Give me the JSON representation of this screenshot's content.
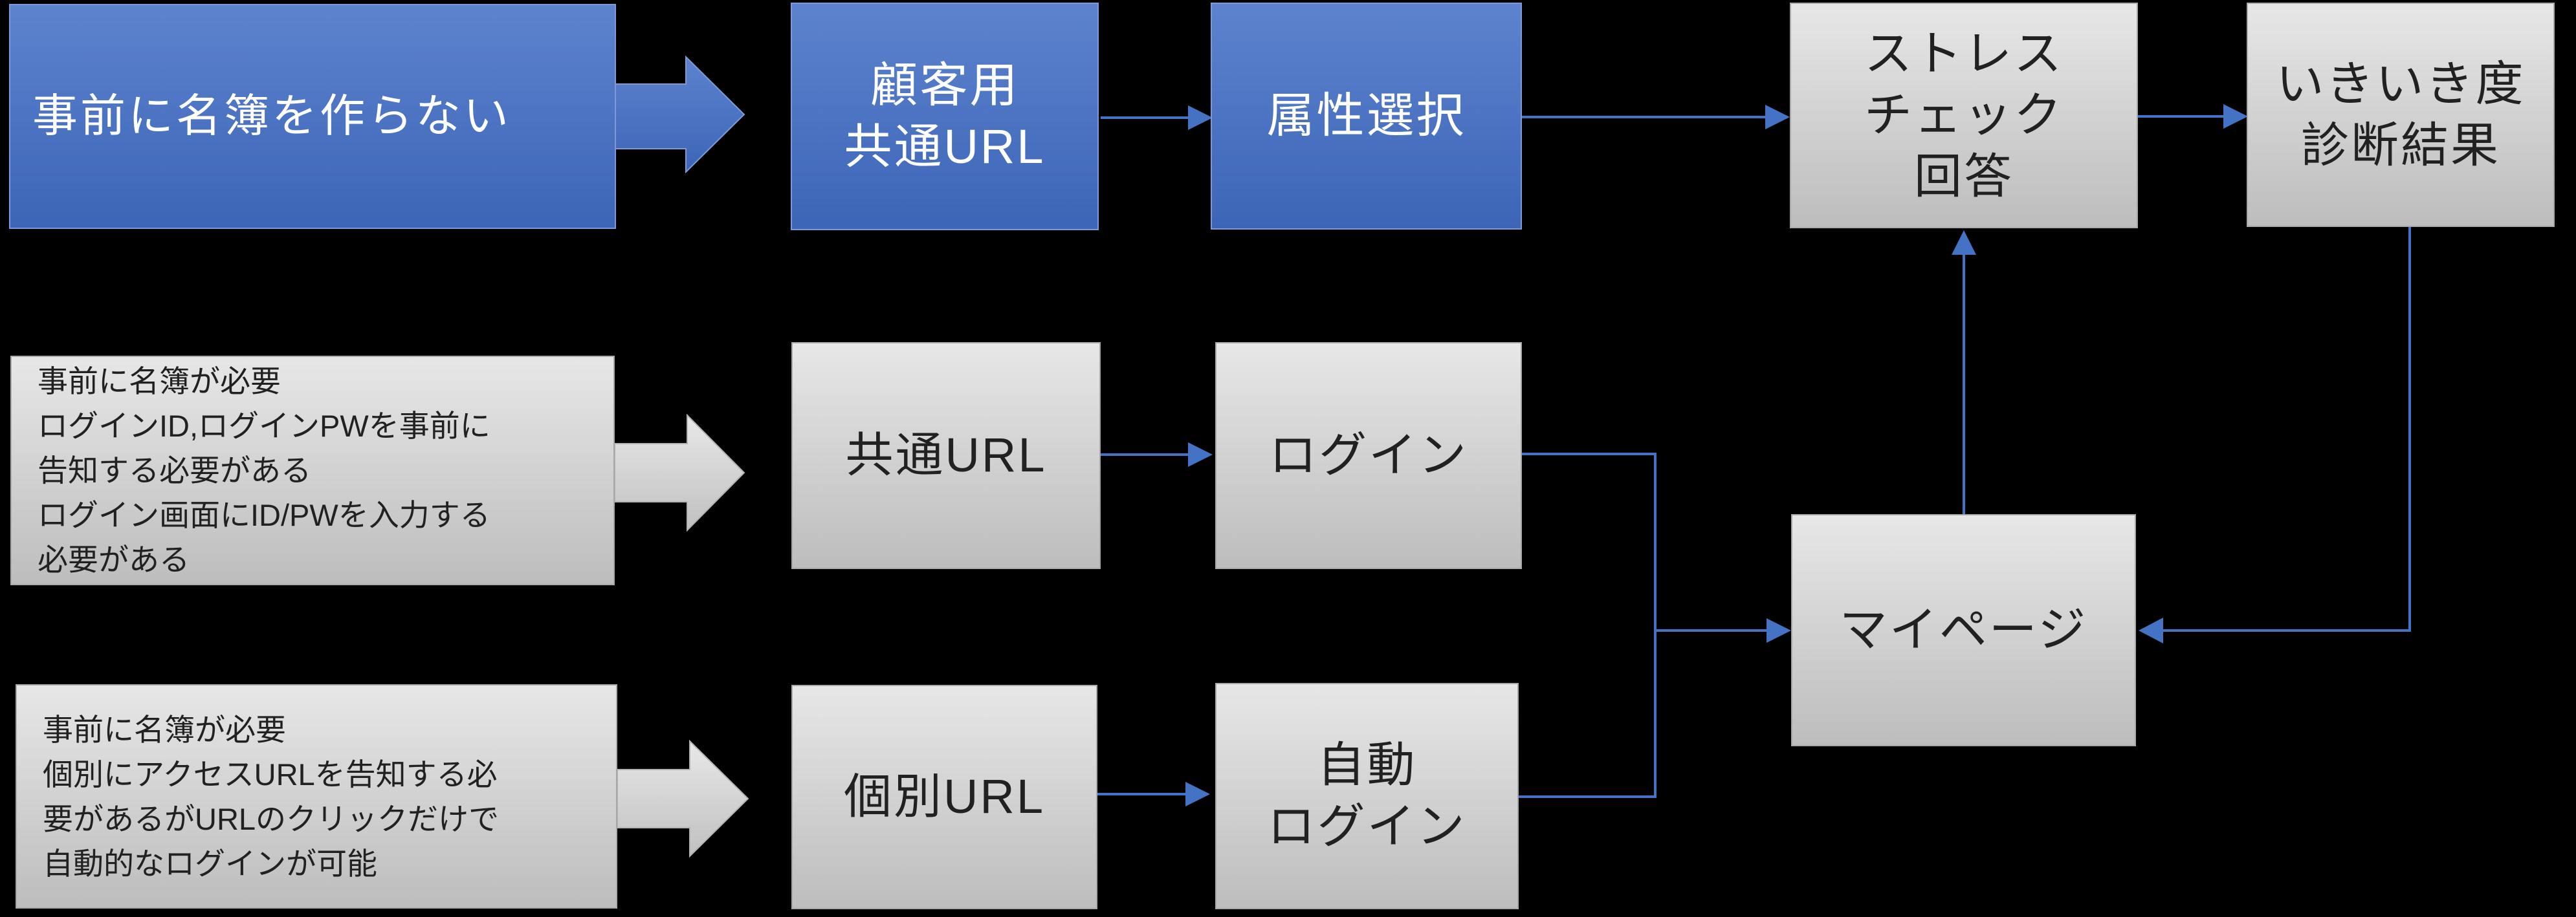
{
  "background": "#000000",
  "colors": {
    "accent_blue": "#4472C4",
    "blue_box_top": "#5d83ce",
    "blue_box_bottom": "#3d65b7",
    "blue_box_border": "#7e99d6",
    "gray_box_top": "#e7e7e7",
    "gray_box_bottom": "#bdbdbd",
    "gray_box_border": "#a8a8a8",
    "text_on_blue": "#ffffff",
    "text_on_gray": "#212121"
  },
  "nodes": {
    "no_roster": {
      "label": "事前に名簿を作らない"
    },
    "customer_url": {
      "line1": "顧客用",
      "line2": "共通URL"
    },
    "attribute_select": {
      "label": "属性選択"
    },
    "stress_check": {
      "line1": "ストレス",
      "line2": "チェック",
      "line3": "回答"
    },
    "ikiiki_result": {
      "line1": "いきいき度",
      "line2": "診断結果"
    },
    "roster_needed_login": {
      "line1": "事前に名簿が必要",
      "line2": "ログインID,ログインPWを事前に",
      "line3": "告知する必要がある",
      "line4": "ログイン画面にID/PWを入力する",
      "line5": "必要がある"
    },
    "common_url": {
      "label": "共通URL"
    },
    "login": {
      "label": "ログイン"
    },
    "roster_needed_individual": {
      "line1": "事前に名簿が必要",
      "line2": "個別にアクセスURLを告知する必",
      "line3": "要があるがURLのクリックだけで",
      "line4": "自動的なログインが可能"
    },
    "individual_url": {
      "label": "個別URL"
    },
    "auto_login": {
      "line1": "自動",
      "line2": "ログイン"
    },
    "my_page": {
      "label": "マイページ"
    }
  },
  "edges": [
    {
      "from": "no_roster",
      "to": "customer_url",
      "style": "block-arrow-blue"
    },
    {
      "from": "customer_url",
      "to": "attribute_select",
      "style": "thin-arrow"
    },
    {
      "from": "attribute_select",
      "to": "stress_check",
      "style": "thin-arrow"
    },
    {
      "from": "stress_check",
      "to": "ikiiki_result",
      "style": "thin-arrow"
    },
    {
      "from": "roster_needed_login",
      "to": "common_url",
      "style": "block-arrow-gray"
    },
    {
      "from": "common_url",
      "to": "login",
      "style": "thin-arrow"
    },
    {
      "from": "login",
      "to": "my_page",
      "style": "elbow-arrow"
    },
    {
      "from": "roster_needed_individual",
      "to": "individual_url",
      "style": "block-arrow-gray"
    },
    {
      "from": "individual_url",
      "to": "auto_login",
      "style": "thin-arrow"
    },
    {
      "from": "auto_login",
      "to": "my_page",
      "style": "elbow-arrow"
    },
    {
      "from": "my_page",
      "to": "stress_check",
      "style": "up-arrow"
    },
    {
      "from": "ikiiki_result",
      "to": "my_page",
      "style": "elbow-arrow"
    }
  ]
}
